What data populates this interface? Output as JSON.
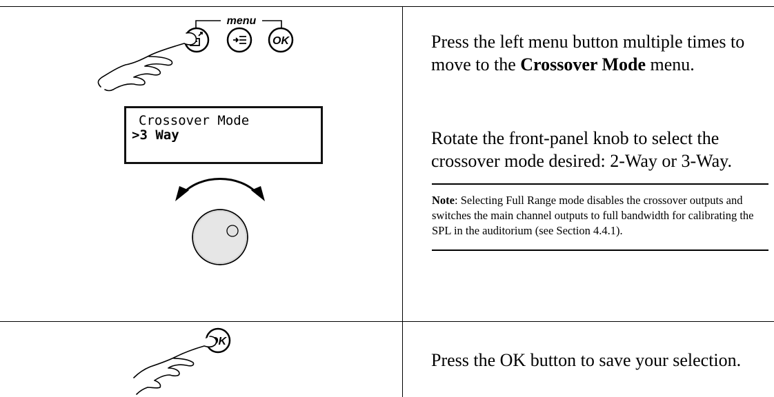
{
  "row1": {
    "menu_bracket_label": "menu",
    "ok_button_label": "OK",
    "instruction_parts": [
      "Press the left menu button multiple times to move to the ",
      "Crossover Mode",
      " menu."
    ],
    "display": {
      "line1": "Crossover Mode",
      "line2": ">3 Way"
    },
    "knob_instruction": "Rotate the front-panel knob to select the crossover mode desired: 2-Way or 3-Way.",
    "note": {
      "label": "Note",
      "text": ": Selecting Full Range mode disables the crossover outputs and switches the main channel outputs to full bandwidth for calibrating the SPL in the auditorium (see Section 4.4.1)."
    }
  },
  "row2": {
    "ok_button_label": "OK",
    "instruction": "Press the OK button to save your selection."
  },
  "icons": [
    "hand-pressing-icon",
    "menu-exit-icon",
    "menu-enter-icon",
    "ok-icon",
    "rotation-arrows-icon",
    "knob-icon"
  ]
}
